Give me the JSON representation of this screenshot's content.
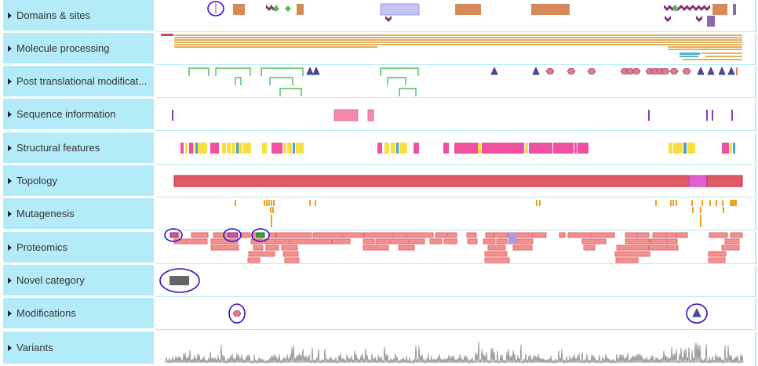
{
  "tracks": [
    {
      "label": "Domains & sites"
    },
    {
      "label": "Molecule processing"
    },
    {
      "label": "Post translational modificat..."
    },
    {
      "label": "Sequence information"
    },
    {
      "label": "Structural features"
    },
    {
      "label": "Topology"
    },
    {
      "label": "Mutagenesis"
    },
    {
      "label": "Proteomics"
    },
    {
      "label": "Novel category"
    },
    {
      "label": "Modifications"
    },
    {
      "label": "Variants"
    }
  ],
  "colors": {
    "label_background": "#b3ecf8",
    "domain": "#d68a5a",
    "region_lavender": "#c4c4f5",
    "site_purple": "#8a2a6a",
    "site_green": "#4cc04c",
    "chain": "#e0b060",
    "signal": "#d04070",
    "propeptide": "#5ab0d0",
    "disulfide": "#30b040",
    "glyco_triangle": "#4a4aa0",
    "glyco_hexagon": "#e07898",
    "sequence_purple": "#8040c0",
    "sequence_pink": "#f48aa8",
    "helix": "#f050a0",
    "strand": "#f8e040",
    "turn": "#4aa0d0",
    "topology": "#e05a64",
    "topology_pink": "#e060d0",
    "mutagenesis": "#f0a020",
    "peptide": "#f49090",
    "peptide_highlight": "#a0a0f0",
    "novel": "#666666",
    "variants": "#888888",
    "highlight_ellipse": "#3a10c0"
  }
}
